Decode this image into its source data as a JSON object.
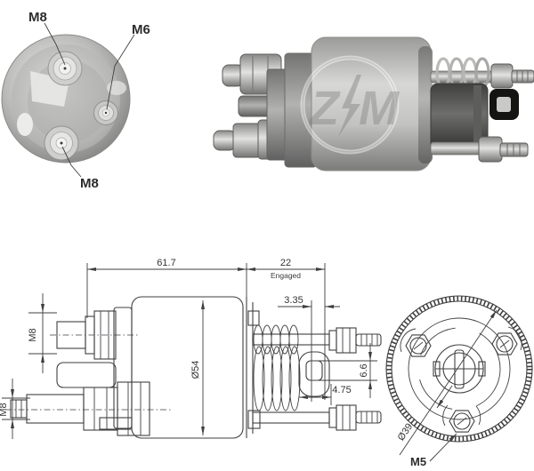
{
  "colors": {
    "background": "#ffffff",
    "line": "#3f3f41",
    "label_text": "#2c2c2e",
    "photo_light": "#d6d6d4",
    "photo_dark": "#4a4a48"
  },
  "terminal_end_view": {
    "label_top": "M8",
    "label_right": "M6",
    "label_bottom": "M8"
  },
  "product_photo": {
    "watermark_letter_z": "Z",
    "watermark_letter_m": "M"
  },
  "side_drawing": {
    "overall_length": "61.7",
    "plunger_travel": "22",
    "plunger_state": "Engaged",
    "offset_engaged": "3.35",
    "body_diameter": "Ø54",
    "upper_terminal_thread": "M8",
    "lower_terminal_thread": "M8",
    "eye_slot_height": "6.6",
    "eye_slot_depth": "4.75"
  },
  "front_end_view": {
    "bolt_circle_diameter": "Ø39",
    "mount_screw_thread": "M5"
  }
}
